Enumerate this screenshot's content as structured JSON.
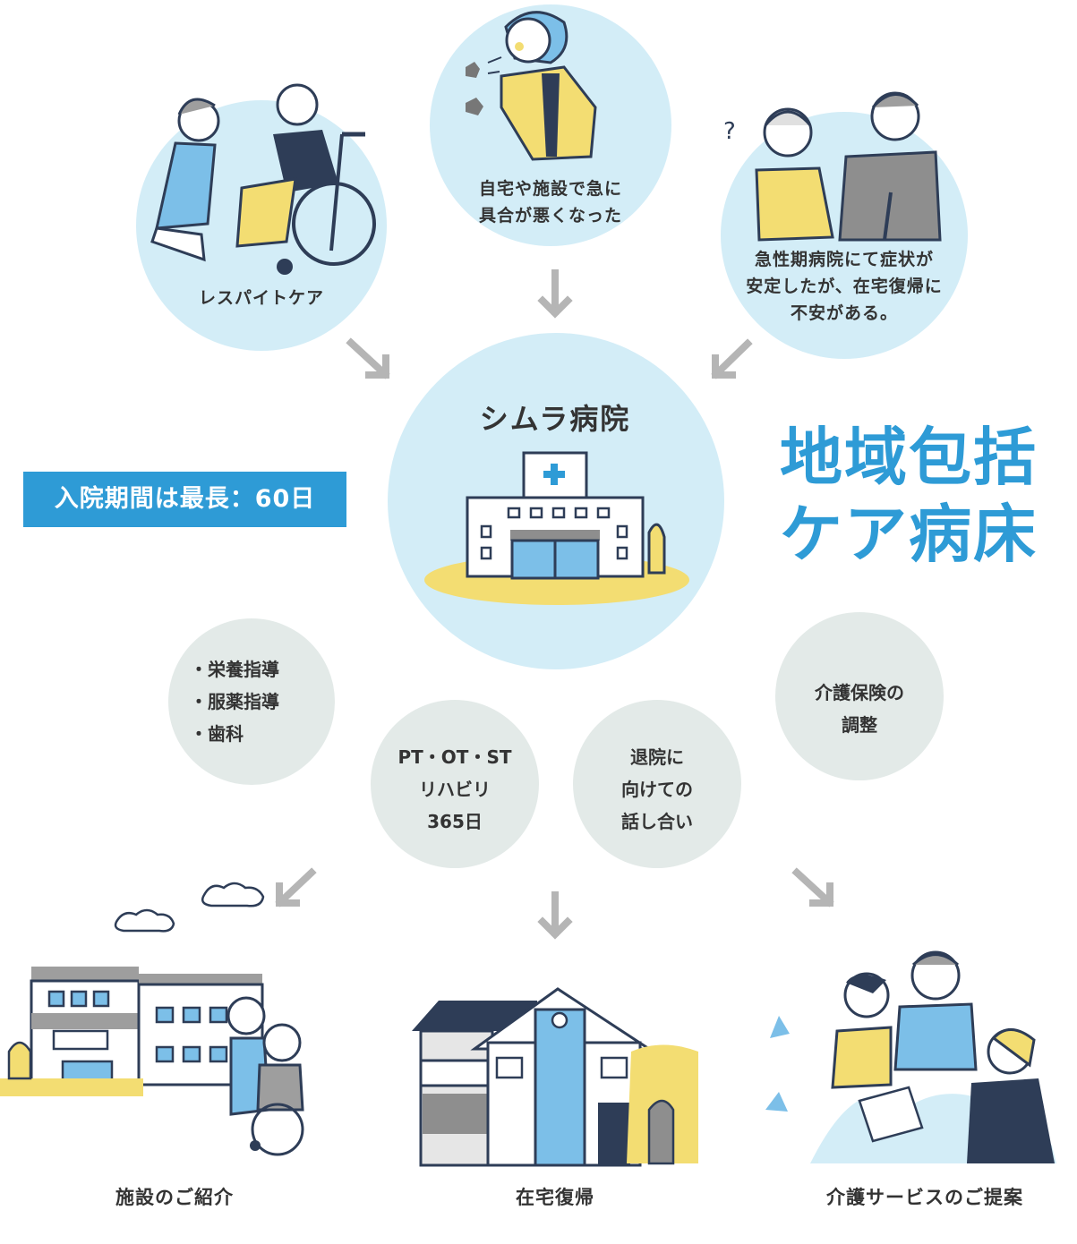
{
  "title": {
    "line1": "地域包括",
    "line2": "ケア病床"
  },
  "stay_badge": "入院期間は最長：60日",
  "hospital_name": "シムラ病院",
  "top_circles": {
    "respite": "レスパイトケア",
    "sudden_illness": [
      "自宅や施設で急に",
      "具合が悪くなった"
    ],
    "acute_stable": [
      "急性期病院にて症状が",
      "安定したが、在宅復帰に",
      "不安がある。"
    ]
  },
  "services": {
    "nutrition": [
      "・栄養指導",
      "・服薬指導",
      "・歯科"
    ],
    "rehab": [
      "PT・OT・ST",
      "リハビリ",
      "365日"
    ],
    "discharge": [
      "退院に",
      "向けての",
      "話し合い"
    ],
    "insurance": [
      "介護保険の",
      "調整"
    ]
  },
  "outcomes": {
    "facility": "施設のご紹介",
    "home": "在宅復帰",
    "care_service": "介護サービスのご提案"
  },
  "colors": {
    "light_blue_circle": "#d3edf7",
    "gray_circle": "#e3eae8",
    "accent_blue": "#2e9bd6",
    "arrow_gray": "#b5b5b5",
    "yellow": "#f3dd72",
    "navy": "#2e3d57"
  }
}
